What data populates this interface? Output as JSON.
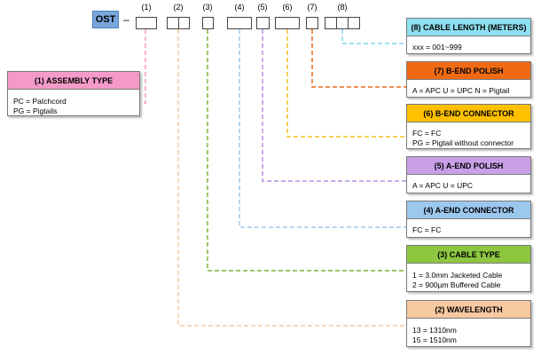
{
  "code": {
    "prefix": "OST",
    "dash": "–",
    "positions": [
      "(1)",
      "(2)",
      "(3)",
      "(4)",
      "(5)",
      "(6)",
      "(7)",
      "(8)"
    ]
  },
  "panels": [
    {
      "id": "assembly-type",
      "title": "(1) ASSEMBLY TYPE",
      "lines": [
        "PC = Patchcord",
        "PG = Pigtails"
      ],
      "color": "#f49ac8",
      "line_color": "#f49ac8"
    },
    {
      "id": "wavelength",
      "title": "(2) WAVELENGTH",
      "lines": [
        "13 = 1310nm",
        "15 = 1510nm"
      ],
      "color": "#f8c8a0",
      "line_color": "#f6c8a0"
    },
    {
      "id": "cable-type",
      "title": "(3) CABLE TYPE",
      "lines": [
        "1 = 3.0mm Jacketed Cable",
        "2 = 900µm Buffered Cable"
      ],
      "color": "#8dc63f",
      "line_color": "#7fb33a"
    },
    {
      "id": "a-end-connector",
      "title": "(4) A-END CONNECTOR",
      "lines": [
        "FC = FC"
      ],
      "color": "#9dc8ee",
      "line_color": "#9dc8ee"
    },
    {
      "id": "a-end-polish",
      "title": "(5) A-END POLISH",
      "lines": [
        "A = APC    U = UPC"
      ],
      "color": "#c9a0e8",
      "line_color": "#b890e0"
    },
    {
      "id": "b-end-connector",
      "title": "(6) B-END CONNECTOR",
      "lines": [
        "FC = FC",
        "PG = Pigtail without connector"
      ],
      "color": "#ffc000",
      "line_color": "#f0c020"
    },
    {
      "id": "b-end-polish",
      "title": "(7) B-END POLISH",
      "lines": [
        "A = APC   U = UPC   N = Pigtail"
      ],
      "color": "#f06a14",
      "line_color": "#e96a1a"
    },
    {
      "id": "cable-length",
      "title": "(8) CABLE LENGTH (METERS)",
      "lines": [
        "xxx = 001~999"
      ],
      "color": "#8fe0f0",
      "line_color": "#7fdcec"
    }
  ]
}
